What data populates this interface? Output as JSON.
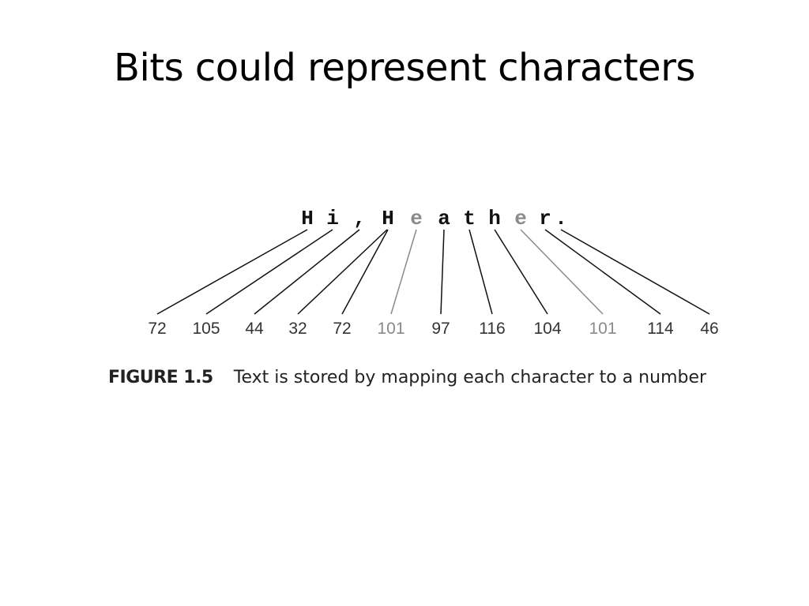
{
  "slide": {
    "title": "Bits could represent characters"
  },
  "figure": {
    "caption_label": "FIGURE 1.5",
    "caption_text": "Text is stored by mapping each character to a number",
    "colors": {
      "normal": "#111111",
      "highlight": "#8a8a8a"
    },
    "mapping": [
      {
        "char": "H",
        "code": "72",
        "highlight": false
      },
      {
        "char": "i",
        "code": "105",
        "highlight": false
      },
      {
        "char": ",",
        "code": "44",
        "highlight": false
      },
      {
        "char": " ",
        "code": "32",
        "highlight": false
      },
      {
        "char": "H",
        "code": "72",
        "highlight": false
      },
      {
        "char": "e",
        "code": "101",
        "highlight": true
      },
      {
        "char": "a",
        "code": "97",
        "highlight": false
      },
      {
        "char": "t",
        "code": "116",
        "highlight": false
      },
      {
        "char": "h",
        "code": "104",
        "highlight": false
      },
      {
        "char": "e",
        "code": "101",
        "highlight": true
      },
      {
        "char": "r",
        "code": "114",
        "highlight": false
      },
      {
        "char": ".",
        "code": "46",
        "highlight": false
      }
    ]
  }
}
